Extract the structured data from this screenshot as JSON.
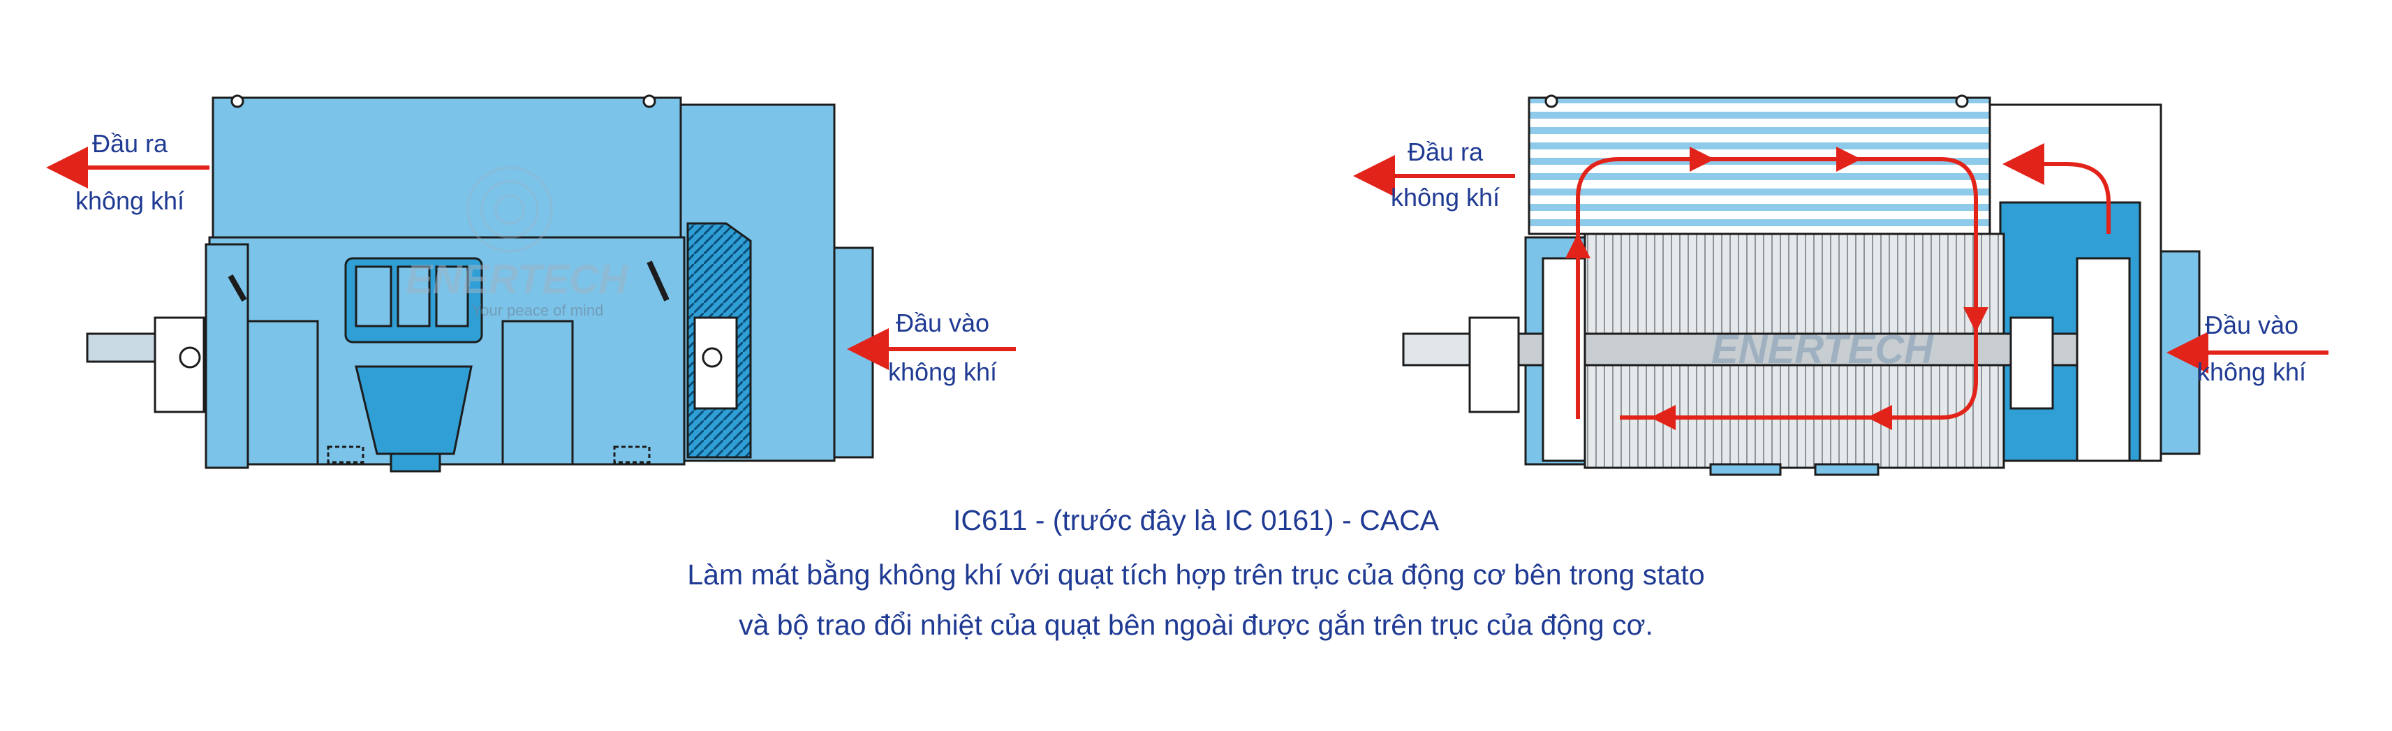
{
  "left_diagram": {
    "outlet_label": [
      "Đầu ra",
      "không khí"
    ],
    "inlet_label": [
      "Đầu vào",
      "không khí"
    ],
    "watermark": {
      "brand": "ENERTECH",
      "tagline": "Your peace of mind"
    }
  },
  "right_diagram": {
    "outlet_label": [
      "Đầu ra",
      "không khí"
    ],
    "inlet_label": [
      "Đầu vào",
      "không khí"
    ],
    "watermark": {
      "brand": "ENERTECH"
    }
  },
  "caption": {
    "line1": "IC611 - (trước đây là IC 0161) - CACA",
    "line2": "Làm mát bằng không khí với quạt tích hợp trên trục của động cơ bên trong stato",
    "line3": "và bộ trao đổi nhiệt của quạt bên ngoài được gắn trên trục của động cơ."
  },
  "colors": {
    "motor_body": "#7cc3e9",
    "motor_dark": "#2f9fd6",
    "outline": "#1c1c1c",
    "arrow": "#e2231a",
    "text": "#1f3a93",
    "stator_gray": "#cfd3d6"
  }
}
